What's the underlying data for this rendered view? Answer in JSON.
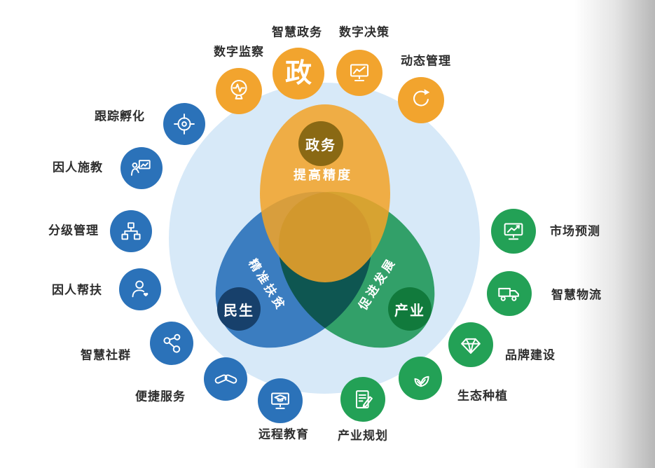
{
  "venn": {
    "gov": {
      "badge_label": "政务",
      "overlap_label": "提高精度",
      "color": "#F0A32B",
      "badge_color": "#8A6914"
    },
    "people": {
      "badge_label": "民生",
      "overlap_label": "精准扶贫",
      "color": "#2F74BB",
      "badge_color": "#17406B"
    },
    "industry": {
      "badge_label": "产业",
      "overlap_label": "促进发展",
      "color": "#2AA45C",
      "badge_color": "#117A3C"
    },
    "halo_color": "#D7E9F8"
  },
  "satellites": [
    {
      "group": "gov",
      "label": "数字监察",
      "icon": "pulse-gauge-icon"
    },
    {
      "group": "gov",
      "label": "智慧政务",
      "icon": "zheng-character-icon",
      "glyph": "政"
    },
    {
      "group": "gov",
      "label": "数字决策",
      "icon": "monitor-chart-icon"
    },
    {
      "group": "gov",
      "label": "动态管理",
      "icon": "refresh-arrow-icon"
    },
    {
      "group": "people",
      "label": "跟踪孵化",
      "icon": "target-icon"
    },
    {
      "group": "people",
      "label": "因人施教",
      "icon": "presentation-icon"
    },
    {
      "group": "people",
      "label": "分级管理",
      "icon": "hierarchy-icon"
    },
    {
      "group": "people",
      "label": "因人帮扶",
      "icon": "person-heart-icon"
    },
    {
      "group": "people",
      "label": "智慧社群",
      "icon": "network-icon"
    },
    {
      "group": "people",
      "label": "便捷服务",
      "icon": "handshake-icon"
    },
    {
      "group": "people",
      "label": "远程教育",
      "icon": "monitor-graduation-icon"
    },
    {
      "group": "industry",
      "label": "市场预测",
      "icon": "monitor-trend-icon"
    },
    {
      "group": "industry",
      "label": "智慧物流",
      "icon": "truck-icon"
    },
    {
      "group": "industry",
      "label": "品牌建设",
      "icon": "diamond-icon"
    },
    {
      "group": "industry",
      "label": "生态种植",
      "icon": "sprout-icon"
    },
    {
      "group": "industry",
      "label": "产业规划",
      "icon": "document-pencil-icon"
    }
  ]
}
